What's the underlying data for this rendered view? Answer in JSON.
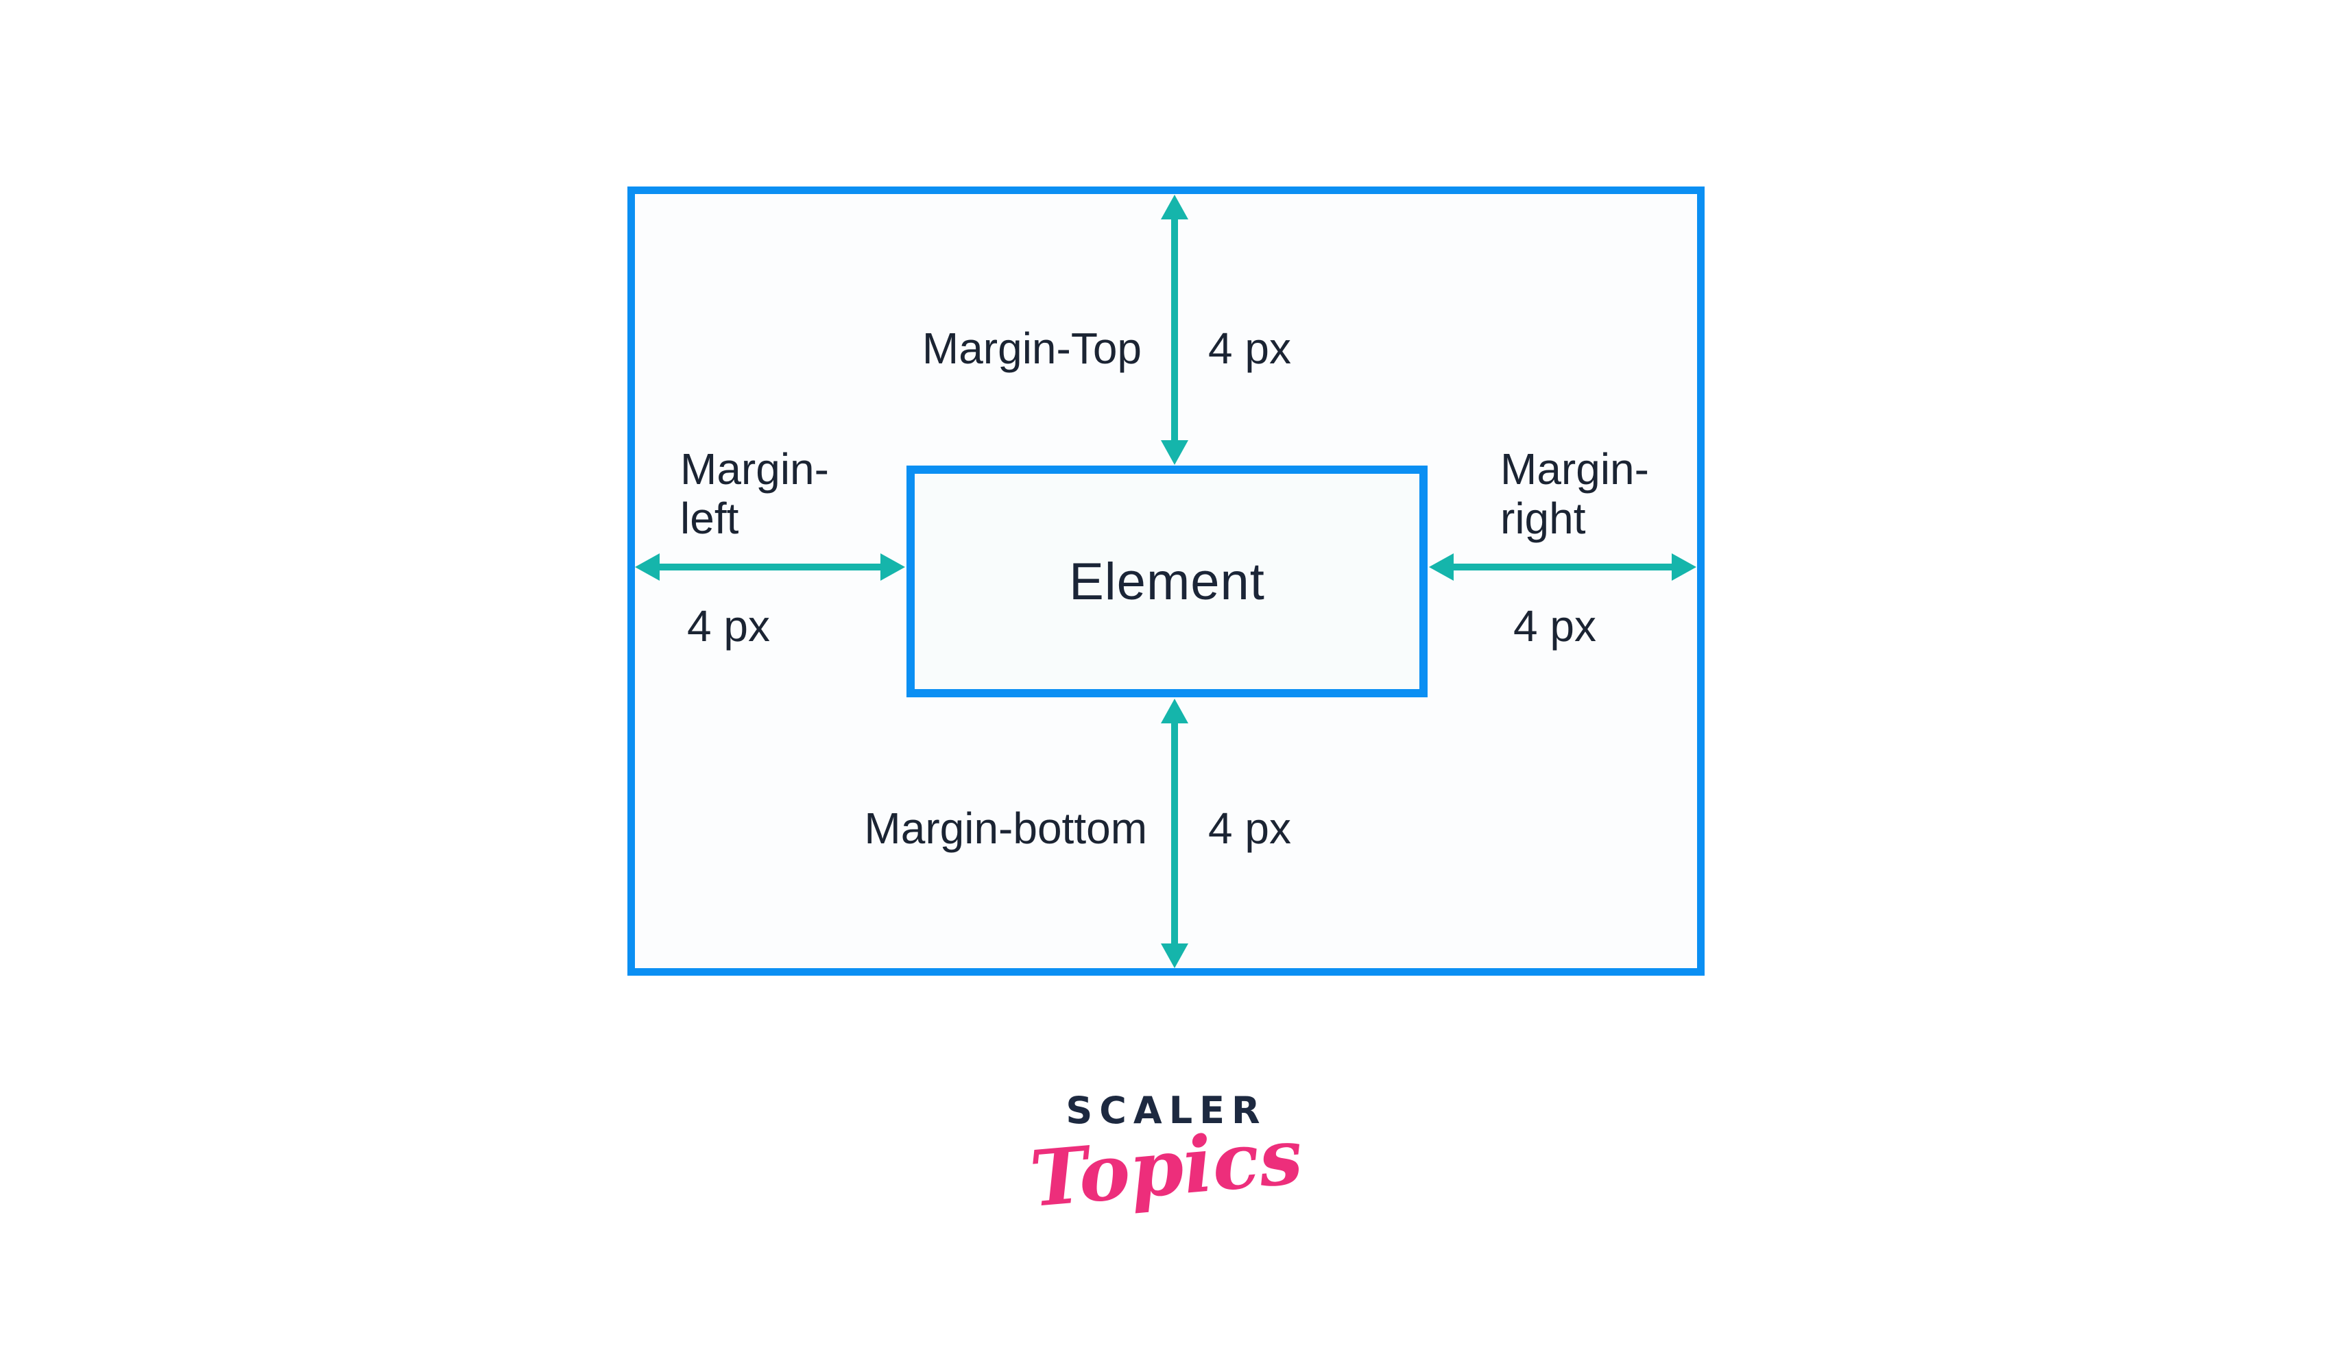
{
  "colors": {
    "box_border": "#0b8ff3",
    "arrow": "#15b5ab",
    "label_text": "#1b2433",
    "element_text": "#1b2537",
    "logo_navy": "#1d2940",
    "logo_pink": "#ed2e7b"
  },
  "diagram": {
    "element_label": "Element",
    "margin_top": {
      "label": "Margin-Top",
      "value": "4 px"
    },
    "margin_left": {
      "label_line1": "Margin-",
      "label_line2": "left",
      "value": "4 px"
    },
    "margin_right": {
      "label_line1": "Margin-",
      "label_line2": "right",
      "value": "4 px"
    },
    "margin_bottom": {
      "label": "Margin-bottom",
      "value": "4 px"
    }
  },
  "logo": {
    "wordmark": "SCALER",
    "script": "Topics"
  }
}
